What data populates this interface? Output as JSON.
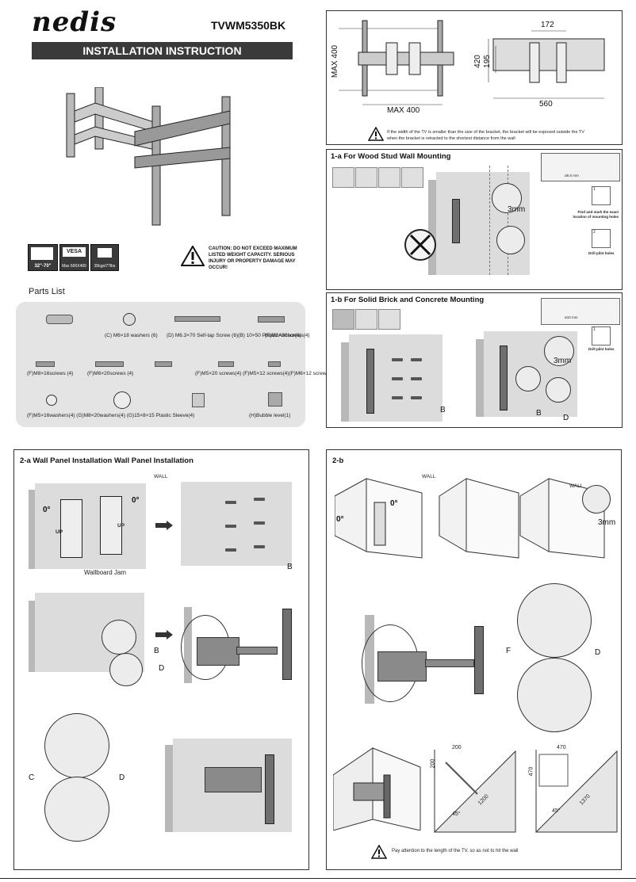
{
  "header": {
    "brand": "nedis",
    "model": "TVWM5350BK",
    "banner": "INSTALLATION INSTRUCTION"
  },
  "badges": {
    "size": "32\"-70\"",
    "vesa_title": "VESA",
    "vesa_value": "Max 600X400",
    "weight": "35kgs/77lbs"
  },
  "caution": {
    "icon": "warning-icon",
    "text": "CAUTION: DO NOT EXCEED MAXIMUM LISTED WEIGHT CAPACITY. SERIOUS INJURY OR PROPERTY DAMAGE MAY OCCUR!"
  },
  "parts": {
    "title": "Parts List",
    "row1": [
      "(C) M6×18 washers (6)",
      "(D) M6.3×70 Self-tap Screw (6)(B) 10×50 Plastic Anchor(6)",
      "(F)M8×30screws(4)"
    ],
    "row2": [
      "(F)M8×16screws (4)",
      "(F)M6×20screws (4)",
      "(F)M5×20 screws(4) (F)M5×12 screws(4)(F)M6×12 screws(4)"
    ],
    "row3": [
      "(F)M5×16washers(4) (G)M8×20washers(4) (G)15×8×15 Plastic Sleeve(4)",
      "(H)Bubble level(1)"
    ]
  },
  "dims": {
    "max400_v": "MAX 400",
    "max400_h": "MAX 400",
    "d172": "172",
    "d420": "420",
    "d195": "195",
    "d560": "560",
    "warning": "If the width of the TV is smaller than the size of the bracket, the bracket will be exposed outside the TV when the bracket is retracted to the shortest distance from the wall"
  },
  "s1a": {
    "title": "1-a  For Wood Stud Wall Mounting",
    "mm3": "3mm",
    "find": "Find and mark the exact location of mounting holes",
    "drill": "Drill pilot holes",
    "d5": "ø5.5 mm",
    "n1": "1",
    "n2": "2"
  },
  "s1b": {
    "title": "1-b  For Solid Brick and Concrete Mounting",
    "mm3": "3mm",
    "b1": "B",
    "b2": "B",
    "d": "D",
    "drill": "Drill pilot holes",
    "d10": "ø10 mm",
    "n1": "1"
  },
  "s2a": {
    "title": "2-a   Wall Panel Installation Wall Panel Installation",
    "wall": "WALL",
    "deg1": "0°",
    "deg2": "0°",
    "up1": "UP",
    "up2": "UP",
    "jam": "Wallboard Jam",
    "b1": "B",
    "b2": "B",
    "d1": "D",
    "c": "C",
    "d2": "D"
  },
  "s2b": {
    "title": "2-b",
    "wall1": "WALL",
    "wall2": "WALL",
    "deg1": "0°",
    "deg2": "0°",
    "mm3": "3mm",
    "f": "F",
    "d": "D",
    "c200a": "200",
    "c200b": "200",
    "c1200": "1200",
    "c45a": "45°",
    "c470a": "470",
    "c470b": "470",
    "c1370": "1370",
    "c45b": "45°",
    "note": "Pay attention to the length of the TV, so as not to hit the wall"
  }
}
